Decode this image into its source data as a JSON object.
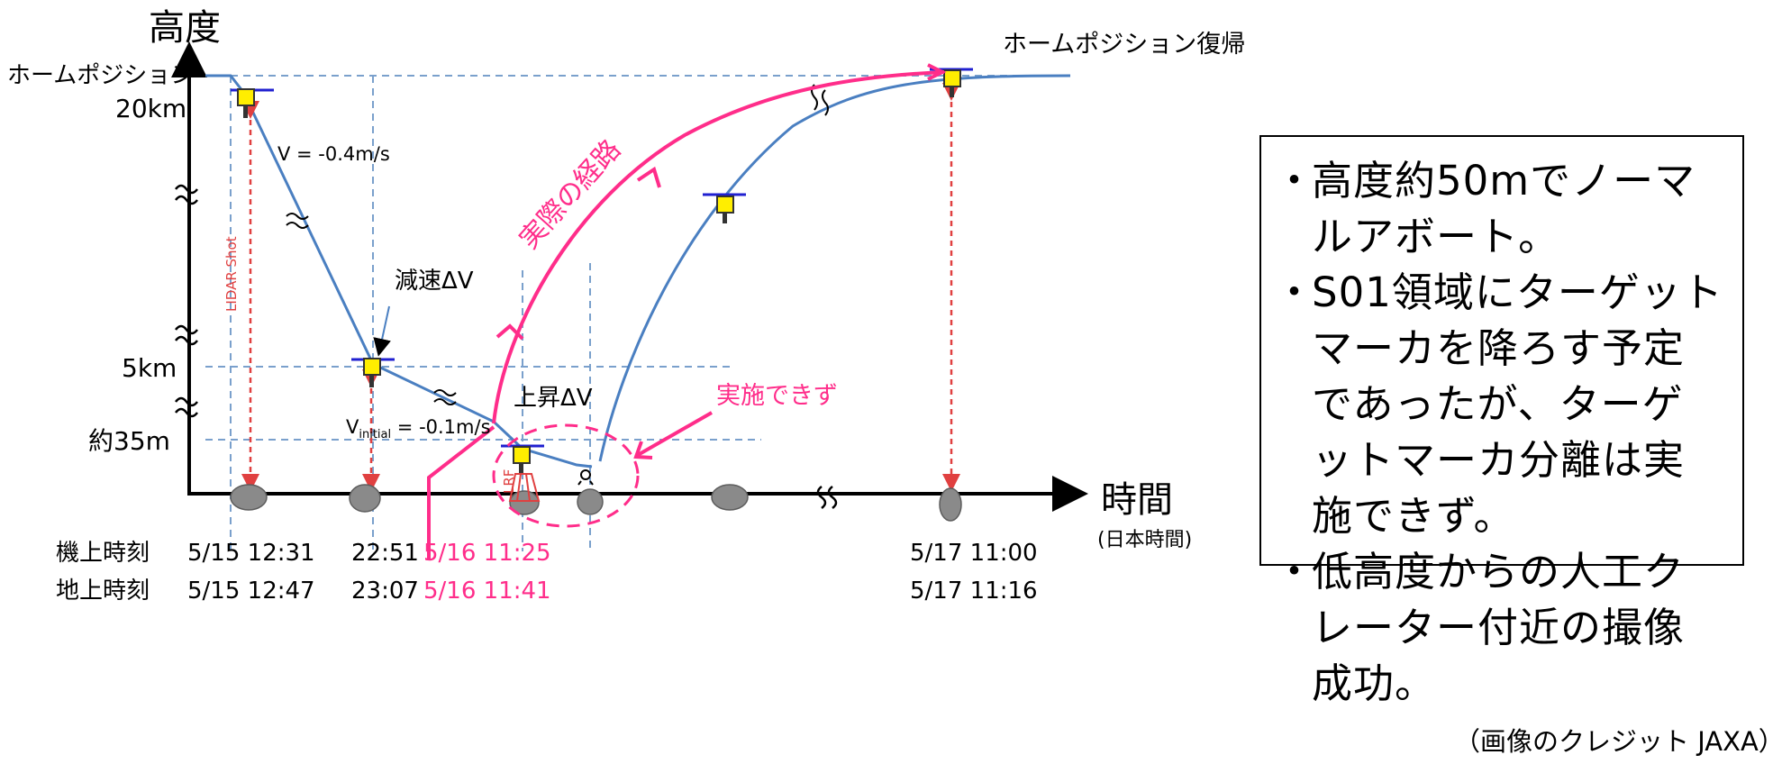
{
  "axes": {
    "y_title": "高度",
    "x_title": "時間",
    "x_subtitle": "(日本時間)",
    "y_labels": {
      "home": "ホームポジション",
      "alt_20km": "20km",
      "alt_5km": "5km",
      "alt_35m": "約35m"
    }
  },
  "annotations": {
    "home_return": "ホームポジション復帰",
    "velocity_descent": "V = -0.4m/s",
    "decel": "減速ΔV",
    "ascent": "上昇ΔV",
    "v_initial_prefix": "V",
    "v_initial_sub": "initial",
    "v_initial_value": " = -0.1m/s",
    "lidar": "LIDAR Shot",
    "lrf": "LRF",
    "actual_path": "実際の経路",
    "not_executed": "実施できず"
  },
  "timeline": {
    "onboard_label": "機上時刻",
    "ground_label": "地上時刻",
    "onboard_times": [
      "5/15 12:31",
      "22:51",
      "5/16 11:25",
      "5/17 11:00"
    ],
    "ground_times": [
      "5/15 12:47",
      "23:07",
      "5/16 11:41",
      "5/17 11:16"
    ]
  },
  "info_box": {
    "items": [
      "高度約50mでノーマルアボート。",
      "S01領域にターゲットマーカを降ろす予定であったが、ターゲットマーカ分離は実施できず。",
      "低高度からの人工クレーター付近の撮像成功。"
    ]
  },
  "credit": "（画像のクレジット JAXA）",
  "colors": {
    "planned_path": "#4a7fc1",
    "actual_path": "#ff2d8a",
    "spacecraft": "#ffee00",
    "lidar": "#e04040"
  }
}
